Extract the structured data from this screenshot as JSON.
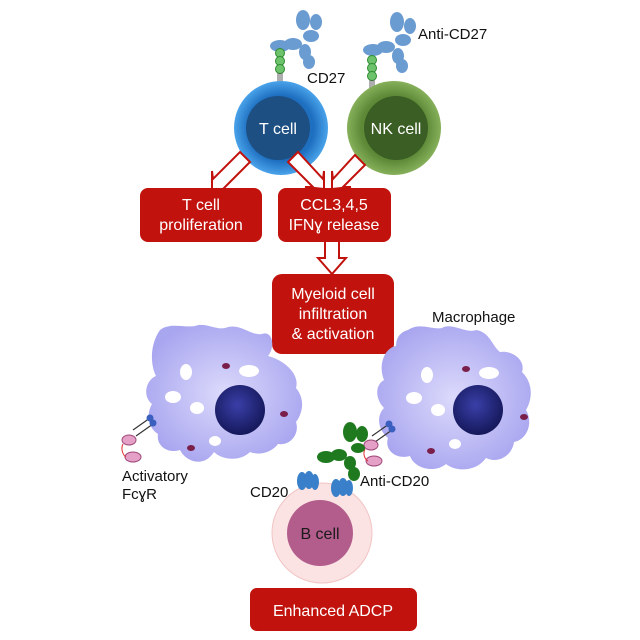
{
  "colors": {
    "box_fill": "#c1120d",
    "arrow_stroke": "#c1120d",
    "t_cell_outer": "#2e86d4",
    "t_cell_inner": "#1d4f82",
    "nk_cell_outer": "#6f9a45",
    "nk_cell_inner": "#3b5e24",
    "macrophage": "#b9b7f3",
    "macrophage_nucleus": "#1f2273",
    "b_cell_outer": "#f9dada",
    "b_cell_inner": "#b35d8c",
    "anti_cd27": "#6a9bd1",
    "anti_cd20": "#1f7a1f",
    "cd27_receptor": "#6cc36c",
    "cd20_receptor": "#3a7fc9",
    "fc_receptor": "#e5a0c8"
  },
  "labels": {
    "anti_cd27": "Anti-CD27",
    "cd27": "CD27",
    "t_cell": "T cell",
    "nk_cell": "NK cell",
    "macrophage": "Macrophage",
    "activatory_line1": "Activatory",
    "activatory_line2": "FcɣR",
    "cd20": "CD20",
    "anti_cd20": "Anti-CD20",
    "b_cell": "B cell"
  },
  "boxes": {
    "t_cell_proliferation": [
      "T cell",
      "proliferation"
    ],
    "ccl_ifn": [
      "CCL3,4,5",
      "IFNɣ release"
    ],
    "myeloid": [
      "Myeloid cell",
      "infiltration",
      "& activation"
    ],
    "adcp": [
      "Enhanced ADCP"
    ]
  }
}
